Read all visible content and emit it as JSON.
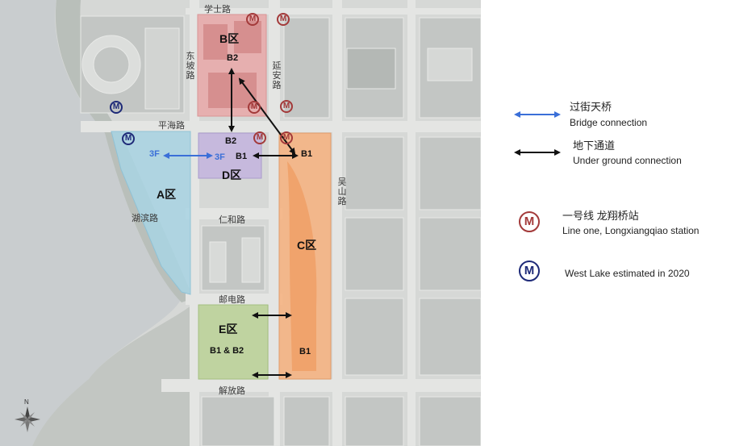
{
  "streets": {
    "xueshi": "学士路",
    "dongpo": "东坡路",
    "yanan": "延安路",
    "pinghai": "平海路",
    "wushan": "吴山路",
    "renhe": "仁和路",
    "hubin": "湖滨路",
    "youdian": "邮电路",
    "jiefang": "解放路"
  },
  "zones": {
    "a": "A区",
    "b": "B区",
    "c": "C区",
    "d": "D区",
    "e": "E区"
  },
  "levels": {
    "b_b2": "B2",
    "d_b2": "B2",
    "d_b1": "B1",
    "c_b1_top": "B1",
    "a_3f": "3F",
    "d_3f": "3F",
    "e_levels": "B1 & B2",
    "c_b1_bottom": "B1"
  },
  "metro_symbol": "M",
  "compass": {
    "north": "N"
  },
  "legend": {
    "bridge_cn": "过街天桥",
    "bridge_en": "Bridge connection",
    "underground_cn": "地下通道",
    "underground_en": "Under ground connection",
    "line_one_cn": "一号线 龙翔桥站",
    "line_one_en": "Line one, Longxiangqiao station",
    "west_lake": "West Lake estimated in 2020"
  },
  "colors": {
    "zone_a": "#a8d3e3",
    "zone_b": "#e9a8a8",
    "zone_c": "#f5b483",
    "zone_d": "#c4b6de",
    "zone_e": "#bcd39a",
    "bridge_arrow": "#3a6fd8",
    "underground_arrow": "#111111",
    "metro_line_one": "#a33a3a",
    "metro_west_lake": "#1e2a78"
  }
}
